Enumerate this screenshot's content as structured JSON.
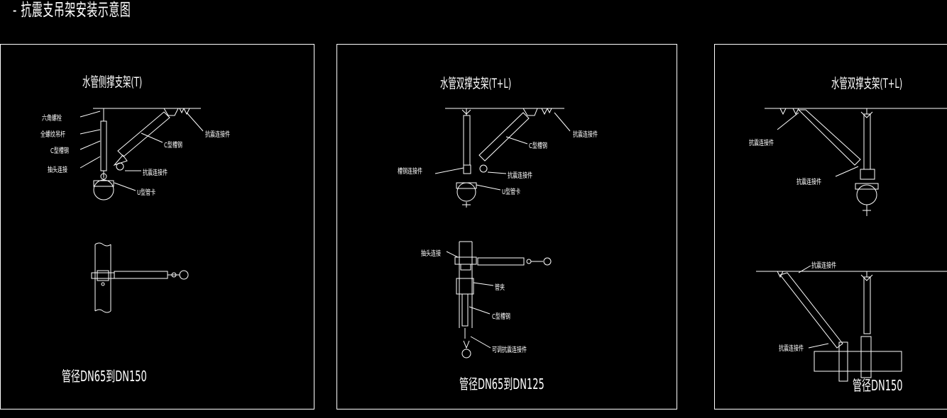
{
  "page": {
    "title": "- 抗震支吊架安装示意图"
  },
  "panels": [
    {
      "title": "水管侧撑支架(T)",
      "caption": "管径DN65到DN150",
      "labels": [
        "六角螺栓",
        "全螺纹吊杆",
        "C型槽钢",
        "抽头连接",
        "抗震连接件",
        "U型管卡",
        "抗震连接件",
        "C型槽钢"
      ]
    },
    {
      "title": "水管双撑支架(T+L)",
      "caption": "管径DN65到DN125",
      "labels": [
        "抗震连接件",
        "C型槽钢",
        "抗震连接件",
        "U型管卡",
        "槽钢连接件",
        "抽头连接",
        "管夹",
        "C型槽钢",
        "可调抗震连接件"
      ]
    },
    {
      "title": "水管双撑支架(T+L)",
      "caption": "管径DN150",
      "labels": [
        "抗震连接件",
        "抗震连接件",
        "抗震连接件",
        "抗震连接件"
      ]
    }
  ]
}
